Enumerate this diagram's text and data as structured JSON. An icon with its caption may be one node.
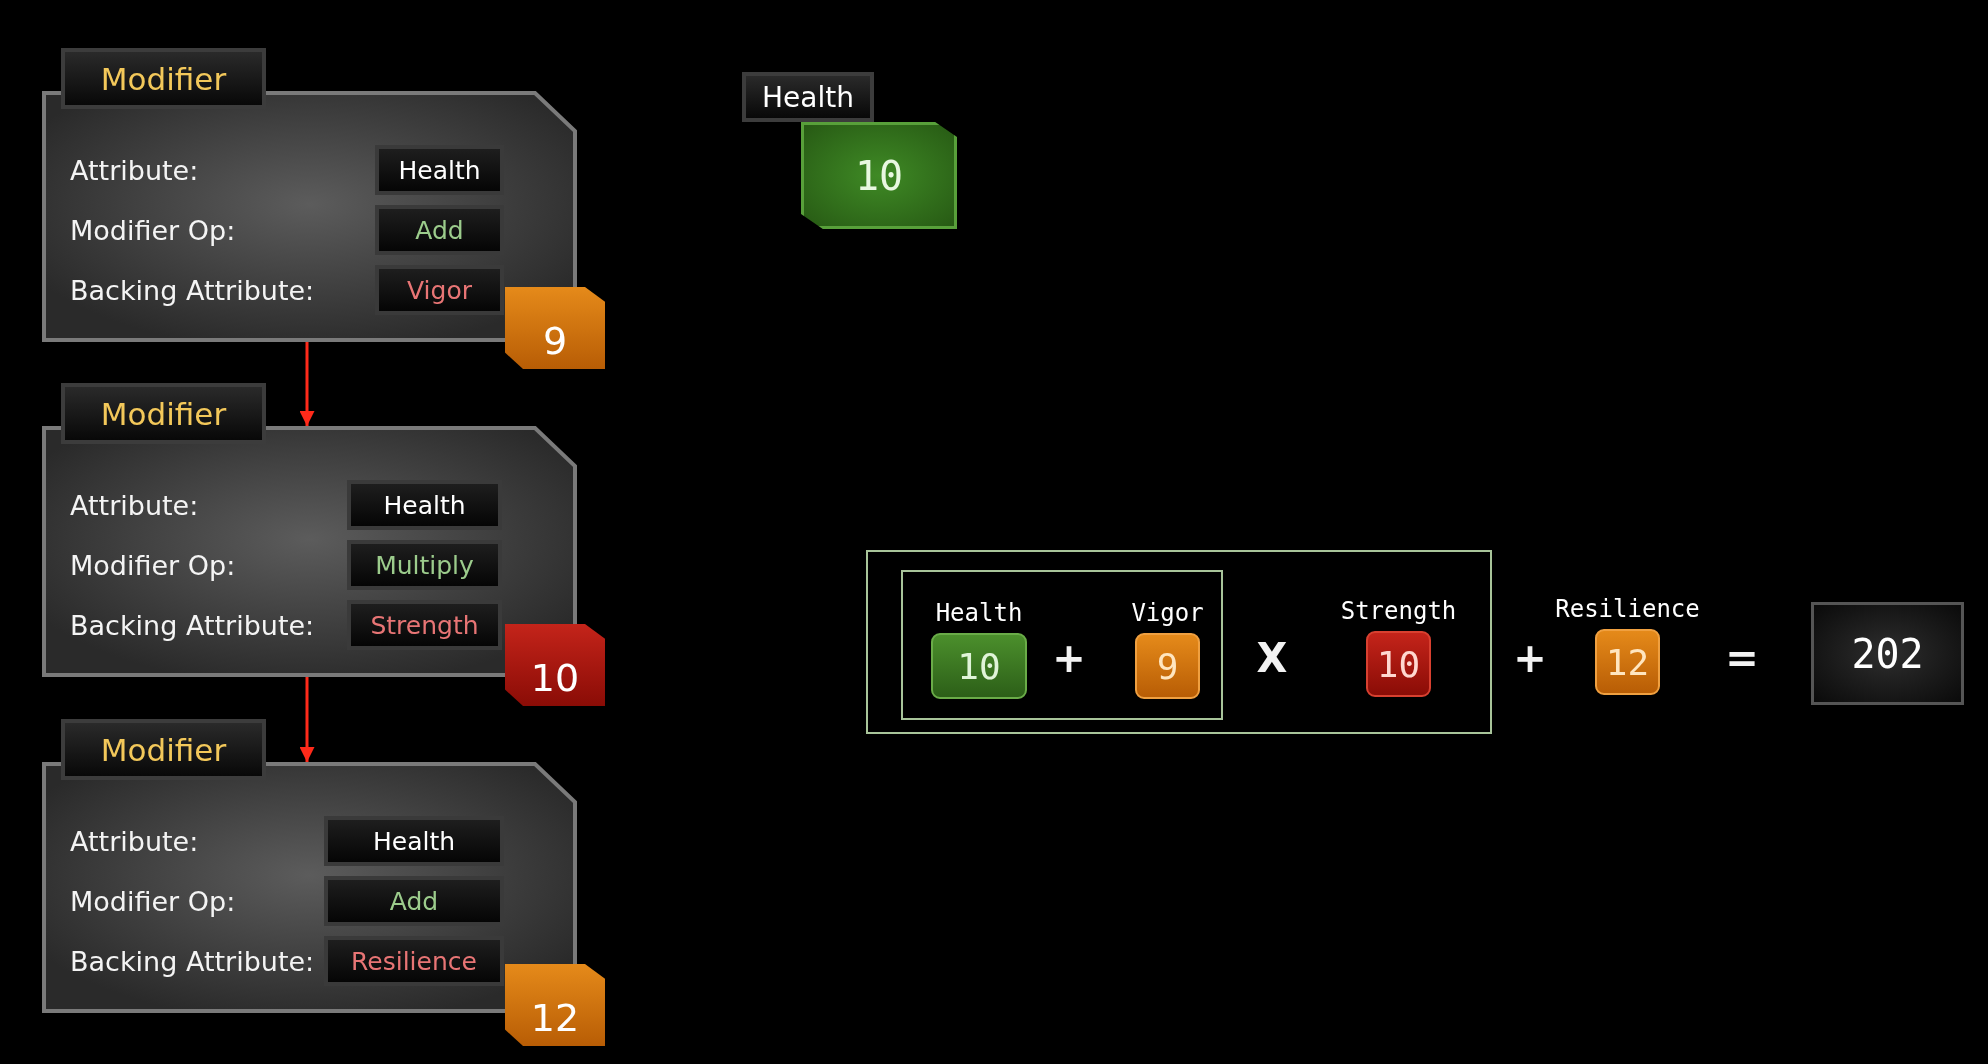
{
  "diagram": {
    "nodes": [
      {
        "text": [
          "Modifier"
        ]
      },
      {
        "text": [
          "Attribute:",
          "Modifier Op:",
          "Backing Attribute:"
        ]
      },
      {
        "text": [
          "Health"
        ],
        "in": 1
      },
      {
        "text": [
          "Add"
        ],
        "in": 1
      },
      {
        "text": [
          "Vigor"
        ],
        "in": 1
      },
      {
        "text": [
          "9"
        ]
      },
      {
        "text": [
          "Modifier"
        ]
      },
      {
        "text": [
          "Attribute:",
          "Modifier Op:",
          "Backing Attribute:"
        ]
      },
      {
        "text": [
          "Health"
        ],
        "in": 7
      },
      {
        "text": [
          "Multiply"
        ],
        "in": 7
      },
      {
        "text": [
          "Strength"
        ],
        "in": 7
      },
      {
        "text": [
          "10"
        ]
      },
      {
        "text": [
          "Modifier"
        ]
      },
      {
        "text": [
          "Attribute:",
          "Modifier Op:",
          "Backing Attribute:"
        ]
      },
      {
        "text": [
          "Health"
        ],
        "in": 13
      },
      {
        "text": [
          "Add"
        ],
        "in": 13
      },
      {
        "text": [
          "Resilience"
        ],
        "in": 13
      },
      {
        "text": [
          "12"
        ]
      },
      {
        "text": [
          "Health"
        ]
      },
      {
        "text": [
          "10"
        ]
      },
      {
        "text": [],
        "shape": "box"
      },
      {
        "text": [],
        "shape": "box",
        "in": 20
      },
      {
        "text": [
          "10"
        ],
        "in": 21,
        "beside": [
          "Health"
        ]
      },
      {
        "text": [
          "9"
        ],
        "in": 21,
        "beside": [
          "Vigor"
        ]
      },
      {
        "text": [
          "10"
        ],
        "in": 20,
        "beside": [
          "Strength"
        ]
      },
      {
        "text": [
          "12"
        ],
        "beside": [
          "Resilience"
        ]
      },
      {
        "text": [
          "202"
        ]
      }
    ],
    "edges": [
      {
        "from": 1,
        "to": 7,
        "arrow": "to"
      },
      {
        "from": 7,
        "to": 13,
        "arrow": "to"
      }
    ],
    "labels": [
      "+",
      "X",
      "+",
      "="
    ]
  }
}
